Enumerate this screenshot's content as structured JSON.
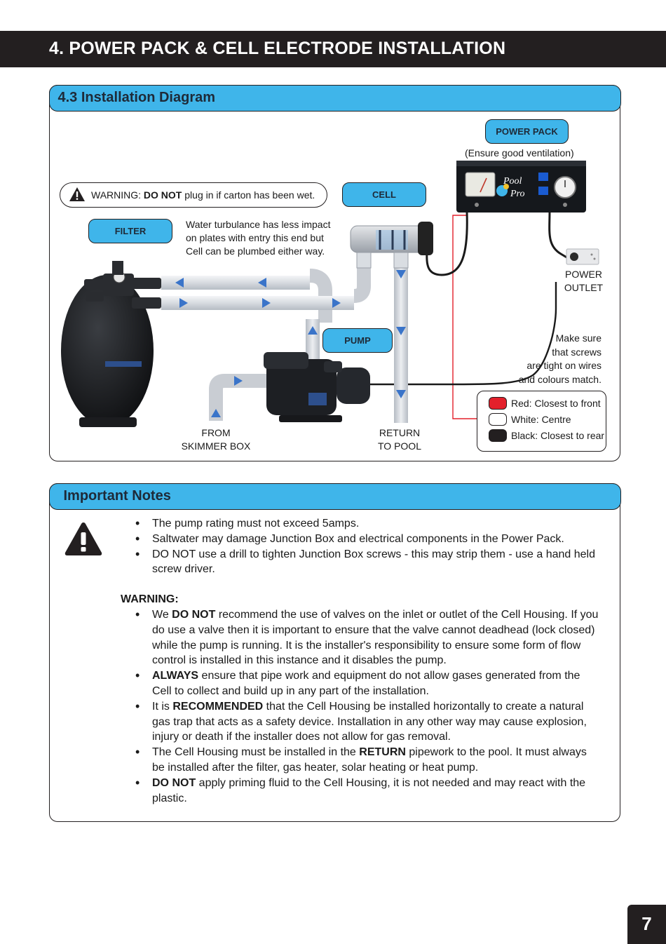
{
  "header": {
    "title": "4. POWER PACK & CELL ELECTRODE INSTALLATION"
  },
  "diagram_section": {
    "title": "4.3 Installation Diagram",
    "labels": {
      "power_pack": "POWER PACK",
      "ventilation_note": "(Ensure good ventilation)",
      "cell": "CELL",
      "filter": "FILTER",
      "pump": "PUMP",
      "power_outlet_line1": "POWER",
      "power_outlet_line2": "OUTLET",
      "from_skimmer_line1": "FROM",
      "from_skimmer_line2": "SKIMMER BOX",
      "return_pool_line1": "RETURN",
      "return_pool_line2": "TO POOL"
    },
    "warning": {
      "prefix": "WARNING: ",
      "emphasis": "DO NOT",
      "suffix": " plug in if carton has been wet."
    },
    "turbulance_note": [
      "Water turbulance has less impact",
      "on plates with entry this end but",
      "Cell can be plumbed either way."
    ],
    "screws_note": [
      "Make sure",
      "that screws",
      "are tight on wires",
      "and colours match."
    ],
    "wire_legend": [
      {
        "label": "Red: Closest to front",
        "color": "#e3202b"
      },
      {
        "label": "White: Centre",
        "color": "#ffffff"
      },
      {
        "label": "Black: Closest to rear",
        "color": "#231f20"
      }
    ],
    "logo_text": {
      "line1": "Pool",
      "line2": "Pro"
    }
  },
  "notes_section": {
    "title": "Important Notes",
    "general": [
      "The pump rating must not exceed 5amps.",
      "Saltwater may damage Junction Box and electrical components in the Power Pack.",
      "DO NOT use a drill to tighten Junction Box screws - this may strip them - use a hand held screw driver."
    ],
    "warning_title": "WARNING:",
    "warnings": [
      {
        "pre": "We ",
        "bold": "DO NOT",
        "post": " recommend the use of valves on the inlet or outlet of the Cell Housing. If you do use a valve then it is important to ensure that the valve cannot deadhead (lock closed) while the pump is running. It is the installer's responsibility to ensure some form of flow control is installed in this instance and it disables the pump."
      },
      {
        "pre": "",
        "bold": "ALWAYS",
        "post": " ensure that pipe work and equipment do not allow gases generated from the Cell to collect and build up in any part of the installation."
      },
      {
        "pre": "It is ",
        "bold": "RECOMMENDED",
        "post": " that the Cell Housing be installed horizontally to create a natural gas trap that acts as a safety device. Installation in any other way may cause explosion, injury or death if the installer does not allow for gas removal."
      },
      {
        "pre": "The Cell Housing must be installed in the ",
        "bold": "RETURN",
        "post": " pipework to the pool. It must always be installed after the filter, gas heater, solar heating or heat pump."
      },
      {
        "pre": "",
        "bold": "DO NOT",
        "post": " apply priming fluid to the Cell Housing, it is not needed and may react with the plastic."
      }
    ]
  },
  "page_number": "7",
  "colors": {
    "accent": "#3fb5ea",
    "dark": "#231f20",
    "wire_red": "#e3202b"
  }
}
